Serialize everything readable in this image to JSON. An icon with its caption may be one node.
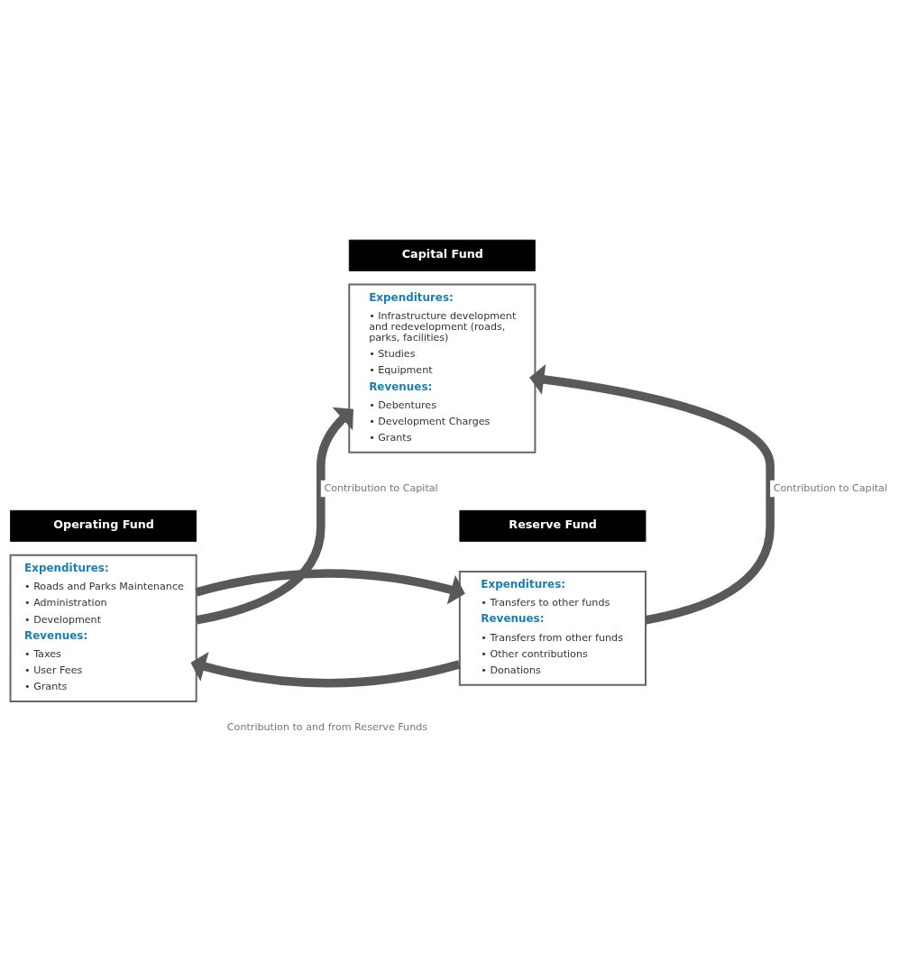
{
  "diagram": {
    "nodes": [
      {
        "text": [
          "Capital Fund"
        ]
      },
      {
        "text": [
          "Expenditures:",
          "• Infrastructure development and redevelopment (roads, parks, facilities)",
          "• Studies",
          "• Equipment",
          "Revenues:",
          "• Debentures",
          "• Development Charges",
          "• Grants"
        ]
      },
      {
        "text": [
          "Operating Fund"
        ]
      },
      {
        "text": [
          "Expenditures:",
          "• Roads and Parks Maintenance",
          "• Administration",
          "• Development",
          "Revenues:",
          "• Taxes",
          "• User Fees",
          "• Grants"
        ]
      },
      {
        "text": [
          "Reserve Fund"
        ]
      },
      {
        "text": [
          "Expenditures:",
          "• Transfers to other funds",
          "Revenues:",
          "• Transfers from other funds",
          "• Other contributions",
          "• Donations"
        ]
      }
    ],
    "edges": [
      {
        "from": 3,
        "to": 1,
        "arrow": "to",
        "label": "Contribution to Capital"
      },
      {
        "from": 5,
        "to": 1,
        "arrow": "to",
        "label": "Contribution to Capital"
      },
      {
        "from": 5,
        "to": 3,
        "arrow": "to"
      },
      {
        "from": 3,
        "to": 5,
        "arrow": "to"
      }
    ],
    "labels": [
      "Contribution to and from Reserve Funds"
    ]
  }
}
